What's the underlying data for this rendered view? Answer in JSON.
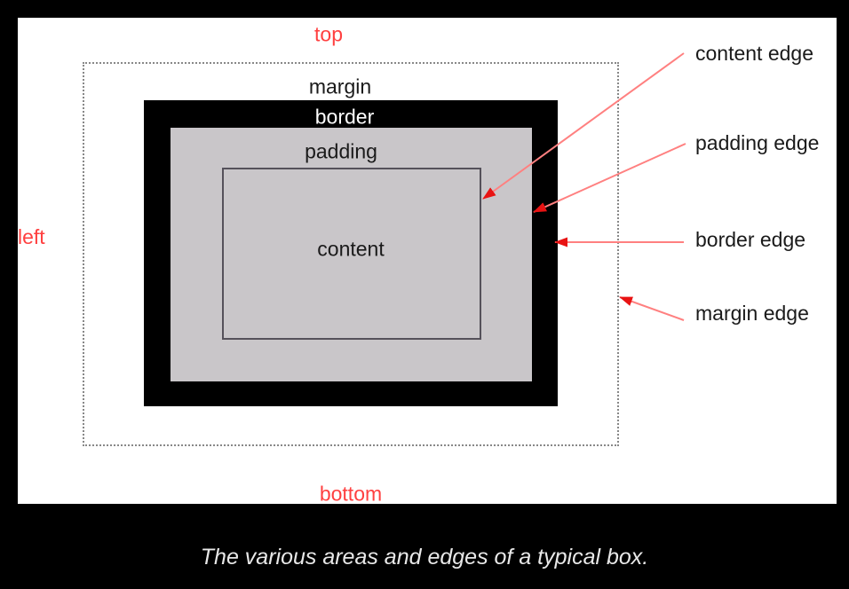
{
  "figure": {
    "position_labels": {
      "top": "top",
      "left": "left",
      "bottom": "bottom"
    },
    "area_labels": {
      "margin": "margin",
      "border": "border",
      "padding": "padding",
      "content": "content"
    },
    "edge_labels": [
      "content edge",
      "padding edge",
      "border edge",
      "margin edge"
    ],
    "colors": {
      "page_background": "#000000",
      "panel_background": "#ffffff",
      "red_label": "#ff4040",
      "arrow_line": "#ff8080",
      "arrow_head": "#e81313",
      "border_fill": "#000000",
      "padding_fill": "#c9c6c9",
      "content_outline": "#55515a",
      "margin_edge_dots": "#888888",
      "caption_text": "#e8e8e8"
    },
    "caption": "The various areas and edges of a typical box."
  }
}
